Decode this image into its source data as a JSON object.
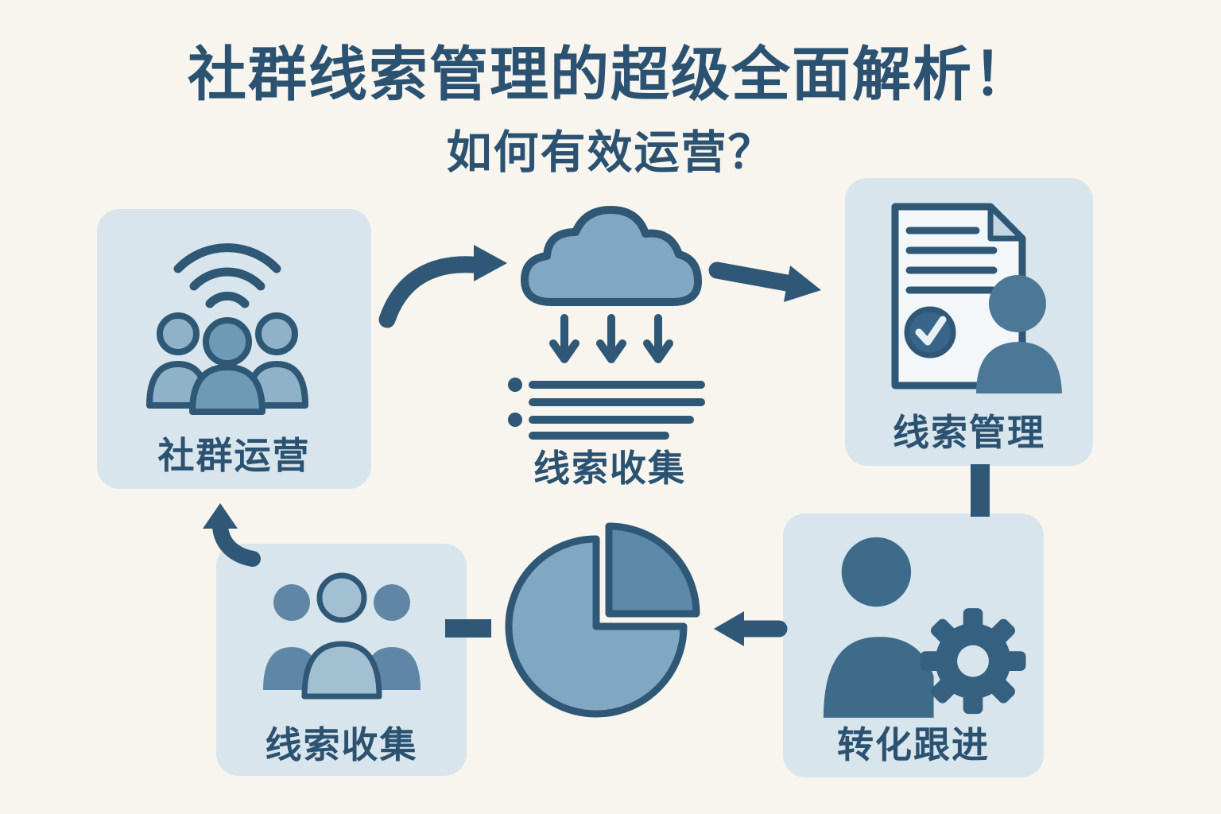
{
  "header": {
    "title": "社群线索管理的超级全面解析！",
    "subtitle": "如何有效运营？"
  },
  "nodes": {
    "community_ops": {
      "label": "社群运营"
    },
    "lead_collection": {
      "label": "线索收集"
    },
    "lead_management": {
      "label": "线索管理"
    },
    "conversion_followup": {
      "label": "转化跟进"
    },
    "lead_collection_2": {
      "label": "线索收集"
    }
  },
  "icons": {
    "community_ops": "people-group-wifi-icon",
    "lead_collection": "cloud-download-list-icon",
    "lead_management": "document-check-person-icon",
    "conversion_followup": "person-gear-icon",
    "analysis": "pie-chart-icon",
    "lead_collection_2": "people-group-icon"
  },
  "colors": {
    "background": "#f8f5ee",
    "card": "#d9e5ec",
    "dark": "#2e5876",
    "title": "#2c5272",
    "medium": "#80a8c2",
    "slice": "#5e8aa9",
    "paper": "#f3f7fa",
    "person": "#4c7897",
    "person_dark": "#3f6b8a",
    "gear": "#35607f",
    "side_figure": "#5f87a5",
    "light_figure": "#a3bfd2",
    "figure_outline_fill": "#8fb2c8",
    "center_figure": "#6f9ab6",
    "fold": "#c3d6e2",
    "check_mark": "#e8f0f5",
    "check_circle": "#39658a"
  }
}
